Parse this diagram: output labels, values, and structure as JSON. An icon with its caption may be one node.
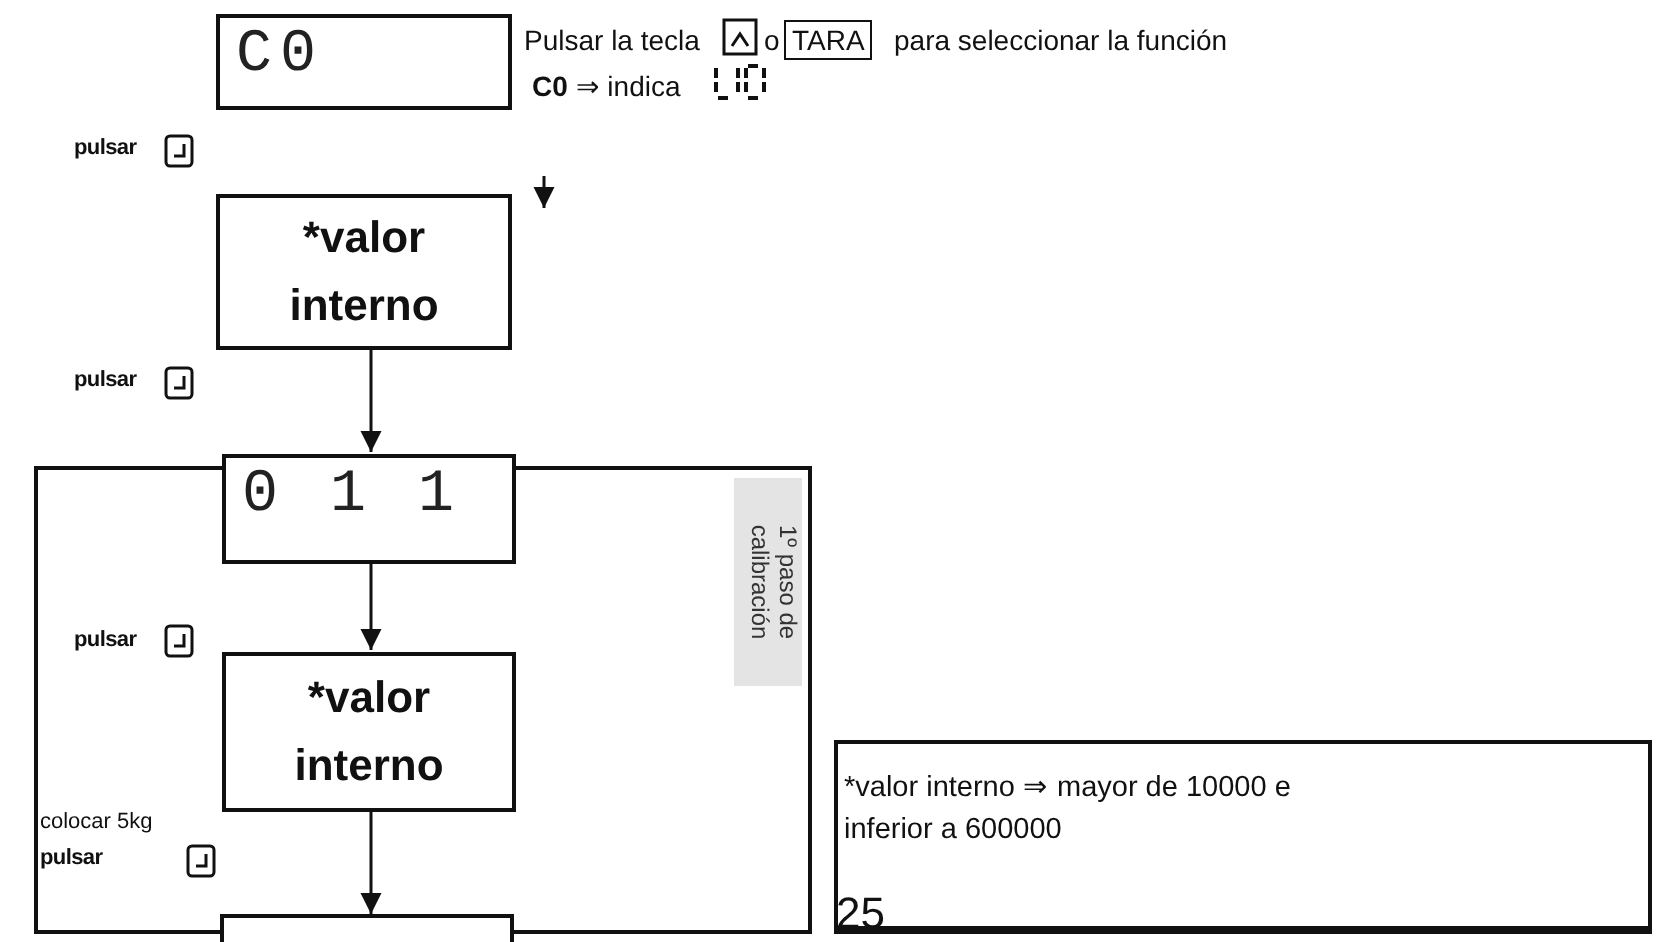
{
  "diagram": {
    "nodes": [
      {
        "text": [
          "C0"
        ]
      },
      {
        "text": [
          "*valor interno"
        ]
      },
      {
        "text": [
          "1º paso de calibración"
        ]
      },
      {
        "text": [
          "0 1 1"
        ],
        "in": 2
      },
      {
        "text": [
          "*valor interno"
        ],
        "in": 2
      },
      {
        "text": [],
        "shape": "box"
      },
      {
        "text": [
          "*valor interno ⇒ mayor de 10000 e inferior a 600000"
        ]
      }
    ],
    "edges": [
      {
        "from": 1,
        "to": 3,
        "arrow": "to"
      },
      {
        "from": 3,
        "to": 4,
        "arrow": "to"
      },
      {
        "from": 4,
        "to": 5,
        "arrow": "to"
      }
    ],
    "labels": [
      "Pulsar la tecla",
      "o",
      "TARA",
      "para seleccionar la función",
      "**C0** ⇒ indica",
      "pulsar",
      "pulsar",
      "pulsar",
      "colocar 5kg",
      "pulsar",
      "25"
    ]
  }
}
